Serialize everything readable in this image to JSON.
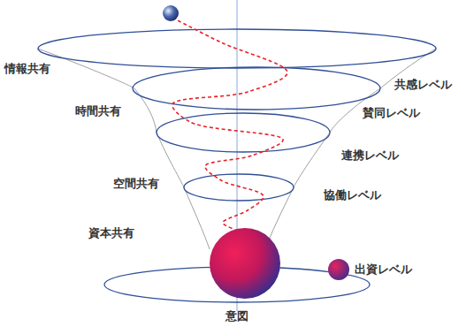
{
  "diagram": {
    "labels": [
      "情報共有",
      "共感レベル",
      "賛同レベル",
      "時間共有",
      "連携レベル",
      "空間共有",
      "協働レベル",
      "資本共有",
      "出資レベル",
      "意図"
    ]
  }
}
